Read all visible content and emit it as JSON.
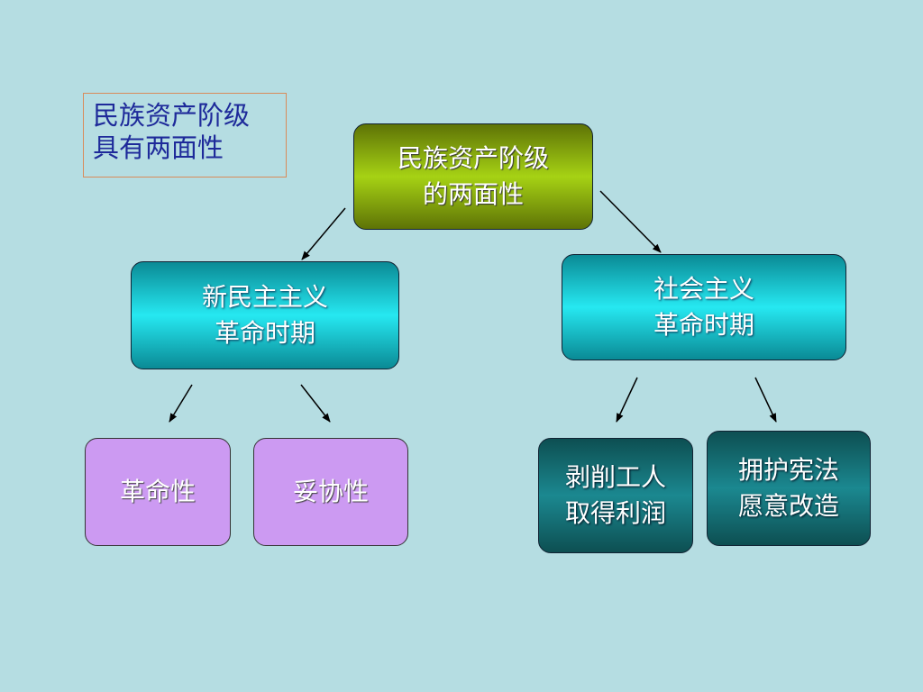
{
  "note": {
    "lines": [
      "民族资产阶级",
      "具有两面性"
    ]
  },
  "root": {
    "lines": [
      "民族资产阶级",
      "的两面性"
    ]
  },
  "left_branch": {
    "lines": [
      "新民主主义",
      "革命时期"
    ],
    "children": [
      {
        "lines": [
          "革命性"
        ]
      },
      {
        "lines": [
          "妥协性"
        ]
      }
    ]
  },
  "right_branch": {
    "lines": [
      "社会主义",
      "革命时期"
    ],
    "children": [
      {
        "lines": [
          "剥削工人",
          "取得利润"
        ]
      },
      {
        "lines": [
          "拥护宪法",
          "愿意改造"
        ]
      }
    ]
  },
  "colors": {
    "background": "#b5dde2",
    "note_text": "#1e2a9a",
    "root_fill": "#a6d214",
    "mid_fill": "#26e8f1",
    "leaf_left_fill": "#cc9af2",
    "leaf_right_fill": "#1b8890"
  }
}
